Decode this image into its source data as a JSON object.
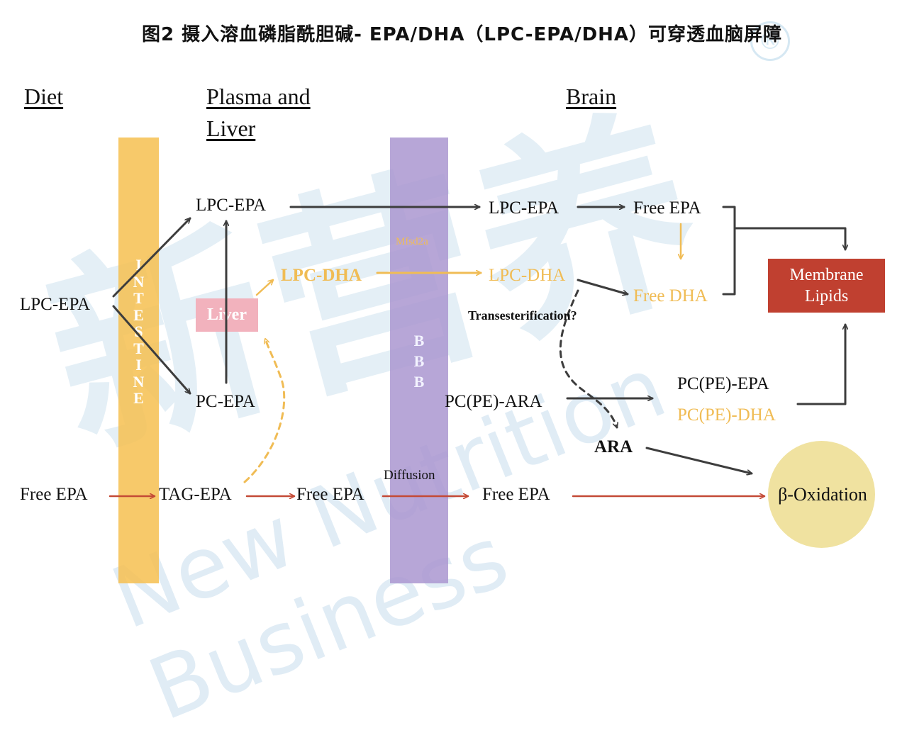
{
  "title": "图2 摄入溶血磷脂酰胆碱- EPA/DHA（LPC-EPA/DHA）可穿透血脑屏障",
  "watermark": {
    "mark": "®",
    "chinese": "新营养",
    "english": "New Nutrition Business"
  },
  "headers": {
    "diet": "Diet",
    "plasma_line1": "Plasma and",
    "plasma_line2": "Liver",
    "brain": "Brain"
  },
  "bands": {
    "intestine_letters": [
      "I",
      "N",
      "T",
      "E",
      "S",
      "T",
      "I",
      "N",
      "E"
    ],
    "bbb_letters": [
      "B",
      "B",
      "B"
    ]
  },
  "nodes": {
    "diet_lpc_epa": "LPC-EPA",
    "diet_free_epa": "Free EPA",
    "plasma_lpc_epa": "LPC-EPA",
    "plasma_pc_epa": "PC-EPA",
    "liver": "Liver",
    "plasma_lpc_dha": "LPC-DHA",
    "tag_epa": "TAG-EPA",
    "plasma_free_epa": "Free EPA",
    "mfsd2a": "Mfsd2a",
    "diffusion": "Diffusion",
    "brain_lpc_epa": "LPC-EPA",
    "brain_lpc_dha": "LPC-DHA",
    "brain_pc_pe_ara": "PC(PE)-ARA",
    "brain_free_epa_low": "Free EPA",
    "free_epa": "Free EPA",
    "free_dha": "Free DHA",
    "transesterification": "Transesterification?",
    "pc_pe_epa": "PC(PE)-EPA",
    "pc_pe_dha": "PC(PE)-DHA",
    "ara": "ARA",
    "membrane_line1": "Membrane",
    "membrane_line2": "Lipids",
    "beta_oxidation": "β-Oxidation"
  },
  "colors": {
    "dark_arrow": "#3d3d3d",
    "yellow": "#f0bc55",
    "red_arrow": "#c44a36",
    "intestine_band": "#f6c050",
    "bbb_band": "#aa96d0",
    "liver_box": "#f2b2bd",
    "membrane_box": "#c04030",
    "oxidation_circle": "#f0e2a0"
  }
}
